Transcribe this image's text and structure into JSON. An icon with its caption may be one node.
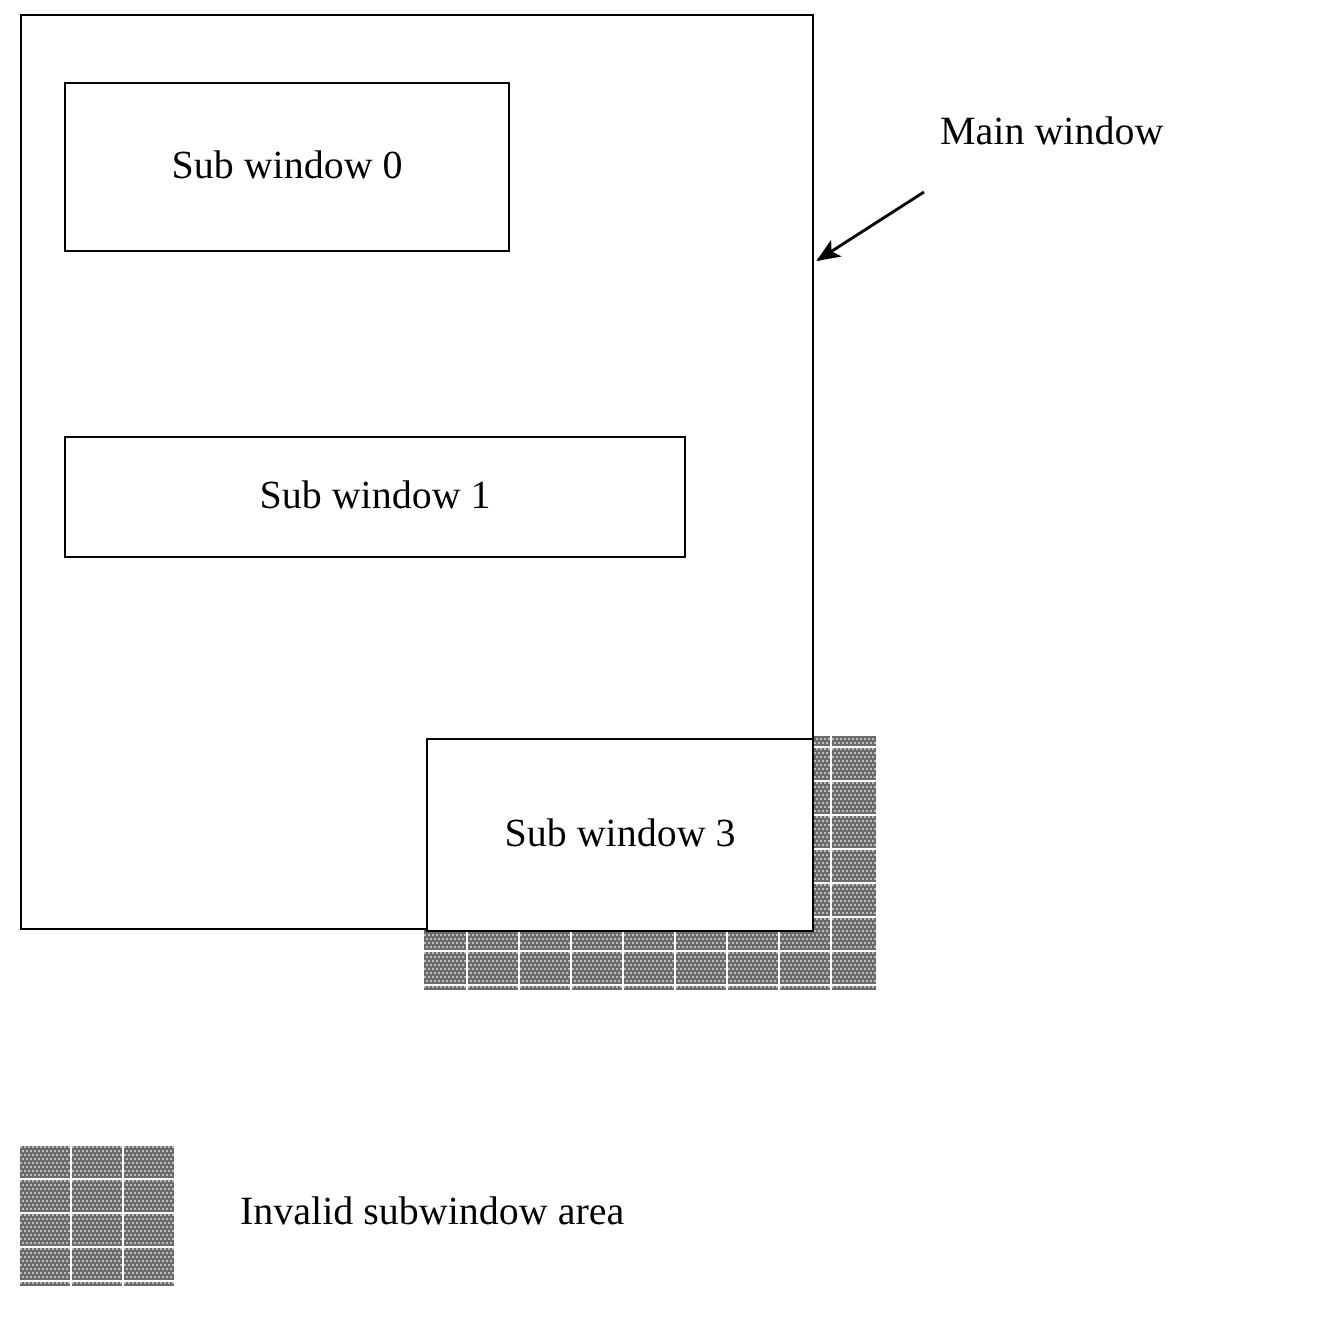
{
  "diagram": {
    "nodes": [
      {
        "text": [],
        "shape": "box"
      },
      {
        "text": [
          "Sub window 0"
        ],
        "in": 0
      },
      {
        "text": [
          "Sub window 1"
        ],
        "in": 0
      },
      {
        "text": [
          "Sub window 3"
        ],
        "in": 0
      },
      {
        "text": [
          "Main window"
        ]
      }
    ],
    "edges": [
      {
        "from": 4,
        "to": 0,
        "arrow": "to"
      }
    ],
    "legend": [
      {
        "text": "Invalid subwindow area"
      }
    ]
  }
}
